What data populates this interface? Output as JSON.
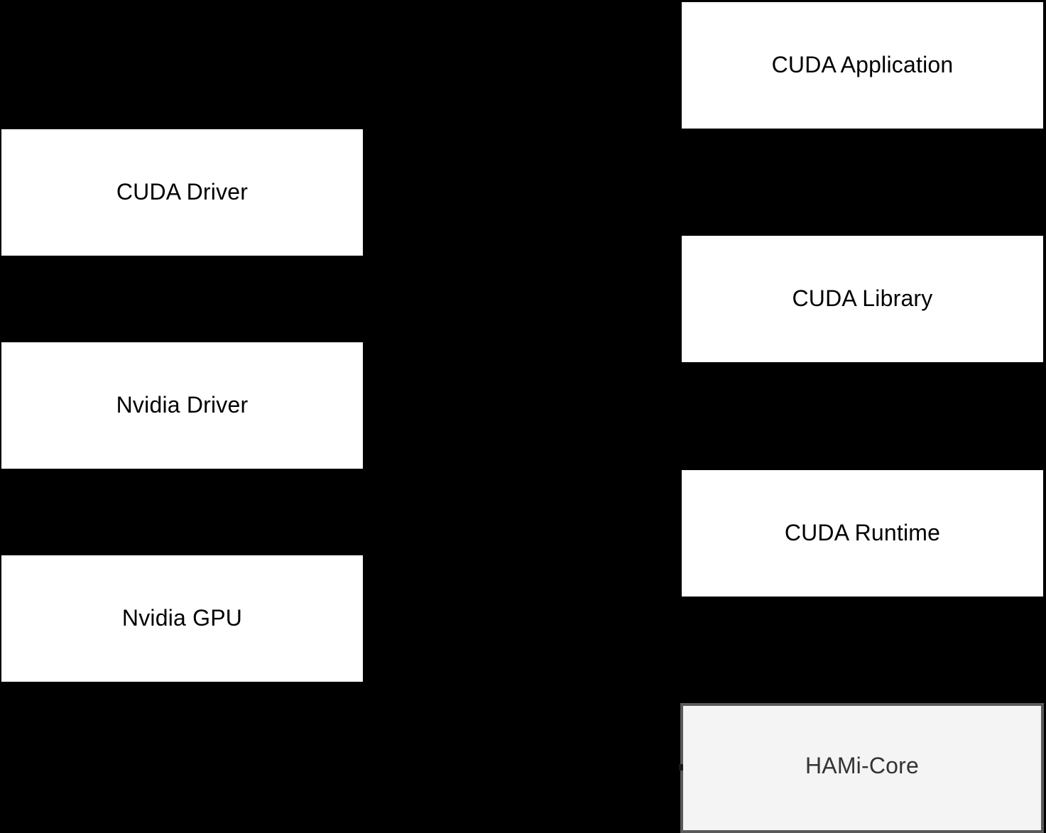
{
  "diagram": {
    "background_color": "#000000",
    "nodes": [
      {
        "id": "cuda-application",
        "label": "CUDA Application",
        "fill": "#ffffff",
        "text_color": "#000000",
        "column": "right"
      },
      {
        "id": "cuda-library",
        "label": "CUDA Library",
        "fill": "#ffffff",
        "text_color": "#000000",
        "column": "right"
      },
      {
        "id": "cuda-runtime",
        "label": "CUDA Runtime",
        "fill": "#ffffff",
        "text_color": "#000000",
        "column": "right"
      },
      {
        "id": "hami-core",
        "label": "HAMi-Core",
        "fill": "#f4f4f4",
        "text_color": "#333333",
        "border_color": "#5a5a5a",
        "column": "right"
      },
      {
        "id": "cuda-driver",
        "label": "CUDA Driver",
        "fill": "#ffffff",
        "text_color": "#000000",
        "column": "left"
      },
      {
        "id": "nvidia-driver",
        "label": "Nvidia Driver",
        "fill": "#ffffff",
        "text_color": "#000000",
        "column": "left"
      },
      {
        "id": "nvidia-gpu",
        "label": "Nvidia GPU",
        "fill": "#ffffff",
        "text_color": "#000000",
        "column": "left"
      }
    ]
  }
}
